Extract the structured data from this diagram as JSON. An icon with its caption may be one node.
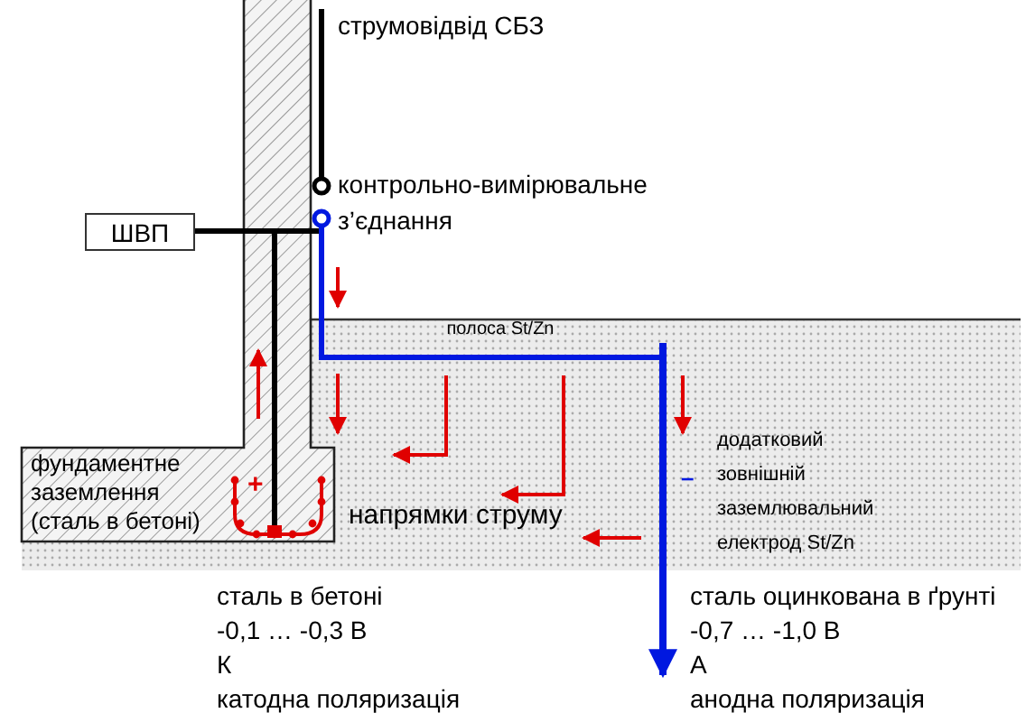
{
  "diagram": {
    "nodes": [
      {
        "text": [
          "ШВП"
        ]
      },
      {
        "text": [
          "контрольно-вимірювальне з’єднання"
        ]
      }
    ],
    "edges": [
      {
        "from": 0,
        "to": 1,
        "arrow": "none"
      }
    ],
    "labels": [
      "струмовідвід СБЗ",
      "полоса St/Zn",
      "фундаментне заземлення (сталь в бетоні)",
      "+",
      "напрямки струму",
      "–",
      "додатковий зовнішній заземлювальний електрод St/Zn",
      "сталь в бетоні",
      "-0,1 … -0,3 В",
      "К",
      "катодна поляризація",
      "сталь оцинкована в ґрунті",
      "-0,7 … -1,0 В",
      "А",
      "анодна поляризація"
    ]
  }
}
